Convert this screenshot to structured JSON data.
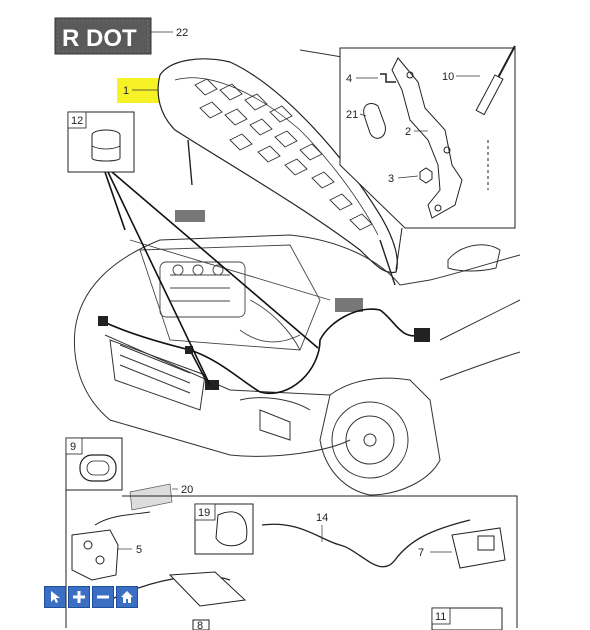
{
  "stamp": {
    "text": "R DOT"
  },
  "callouts": {
    "c1": "1",
    "c2": "2",
    "c3": "3",
    "c4": "4",
    "c5": "5",
    "c7": "7",
    "c8": "8",
    "c9": "9",
    "c10": "10",
    "c11": "11",
    "c12": "12",
    "c14": "14",
    "c19": "19",
    "c20": "20",
    "c21": "21",
    "c22": "22"
  },
  "toolbar": {
    "items": [
      {
        "icon": "cursor-icon"
      },
      {
        "icon": "zoom-in-icon"
      },
      {
        "icon": "zoom-out-icon"
      },
      {
        "icon": "home-icon"
      }
    ]
  },
  "colors": {
    "highlight": "#f5f000",
    "stamp_bg": "#555555",
    "toolbar": "#3a6fc4"
  }
}
